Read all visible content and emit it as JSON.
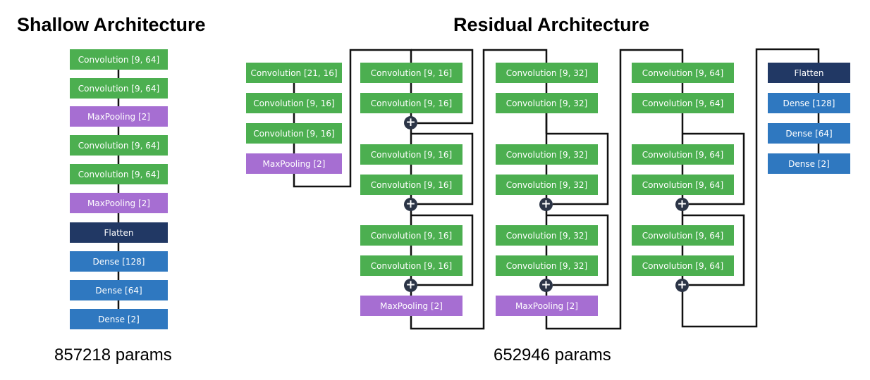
{
  "shallow": {
    "title": "Shallow Architecture",
    "blocks": [
      "Convolution [9, 64]",
      "Convolution [9, 64]",
      "MaxPooling [2]",
      "Convolution [9, 64]",
      "Convolution [9, 64]",
      "MaxPooling [2]",
      "Flatten",
      "Dense [128]",
      "Dense [64]",
      "Dense [2]"
    ],
    "params": "857218 params"
  },
  "residual": {
    "title": "Residual Architecture",
    "stem": [
      "Convolution [21, 16]",
      "Convolution [9, 16]",
      "Convolution [9, 16]",
      "MaxPooling [2]"
    ],
    "stage1": [
      "Convolution [9, 16]",
      "Convolution [9, 16]",
      "Convolution [9, 16]",
      "Convolution [9, 16]",
      "Convolution [9, 16]",
      "Convolution [9, 16]",
      "MaxPooling [2]"
    ],
    "stage2": [
      "Convolution [9, 32]",
      "Convolution [9, 32]",
      "Convolution [9, 32]",
      "Convolution [9, 32]",
      "Convolution [9, 32]",
      "Convolution [9, 32]",
      "MaxPooling [2]"
    ],
    "stage3": [
      "Convolution [9, 64]",
      "Convolution [9, 64]",
      "Convolution [9, 64]",
      "Convolution [9, 64]",
      "Convolution [9, 64]",
      "Convolution [9, 64]"
    ],
    "head": [
      "Flatten",
      "Dense [128]",
      "Dense [64]",
      "Dense [2]"
    ],
    "add_symbol": "+",
    "params": "652946 params"
  },
  "colors": {
    "convolution": "#4caf50",
    "maxpooling": "#a66ed2",
    "flatten": "#213864",
    "dense": "#2f78c0",
    "connector": "#111111",
    "add_node": "#2b3446"
  }
}
